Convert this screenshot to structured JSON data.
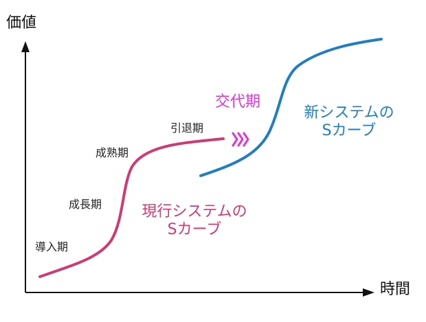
{
  "axes": {
    "y_label": "価値",
    "x_label": "時間"
  },
  "current_curve": {
    "title_line1": "現行システムの",
    "title_line2": "Sカーブ",
    "stages": [
      "導入期",
      "成長期",
      "成熟期",
      "引退期"
    ]
  },
  "new_curve": {
    "title_line1": "新システムの",
    "title_line2": "Sカーブ"
  },
  "transition": {
    "label": "交代期",
    "arrow_glyph": "»"
  },
  "colors": {
    "axis": "#111111",
    "current_curve": "#cf3a72",
    "new_curve": "#1f7ec2",
    "transition": "#e038d8",
    "text": "#222222"
  }
}
